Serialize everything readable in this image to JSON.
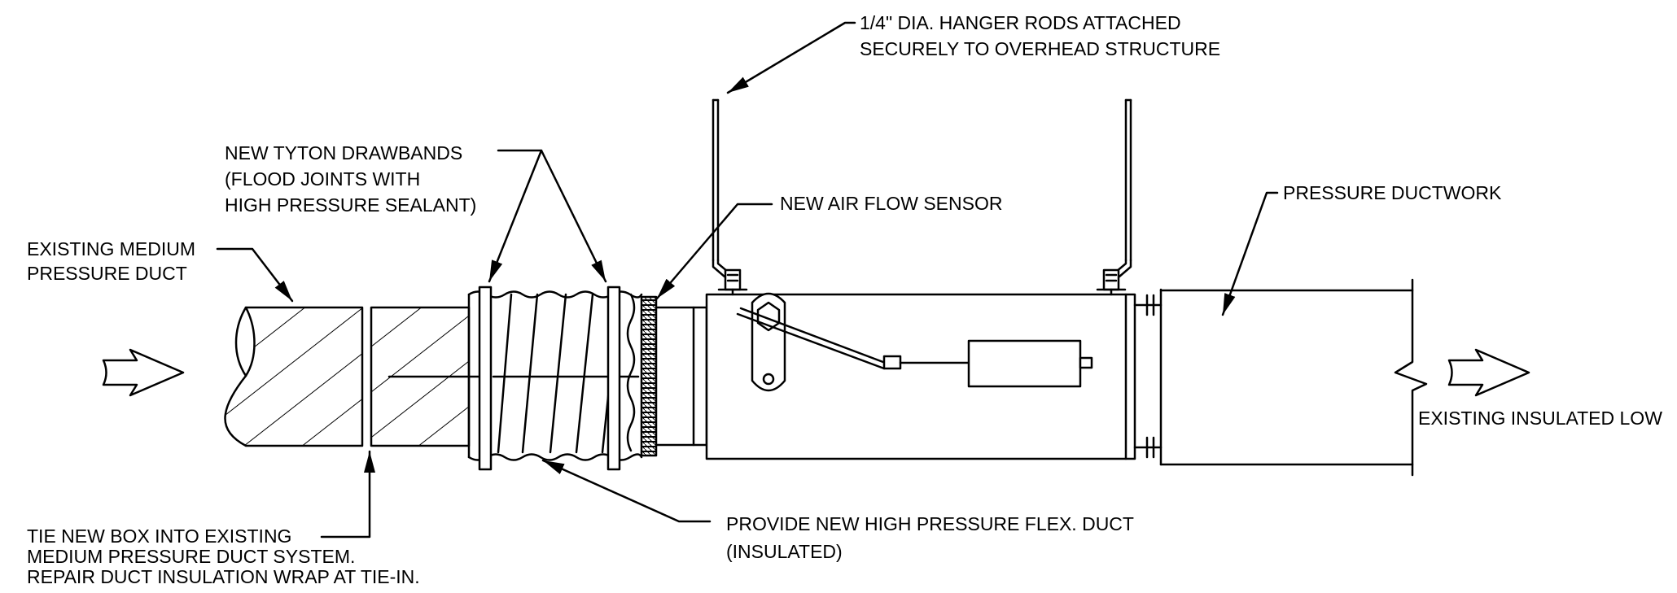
{
  "colors": {
    "ink": "#000000",
    "paper": "#ffffff"
  },
  "labels": {
    "hanger_rods": [
      "1/4\" DIA. HANGER RODS ATTACHED",
      "SECURELY TO OVERHEAD STRUCTURE"
    ],
    "drawbands": [
      "NEW TYTON DRAWBANDS",
      "(FLOOD JOINTS WITH",
      "HIGH PRESSURE SEALANT)"
    ],
    "air_flow_sensor": [
      "NEW AIR FLOW SENSOR"
    ],
    "pressure_ductwork": [
      "PRESSURE DUCTWORK"
    ],
    "existing_duct": [
      "EXISTING MEDIUM",
      "PRESSURE DUCT"
    ],
    "existing_low": [
      "EXISTING INSULATED LOW"
    ],
    "tie_in": [
      "TIE NEW BOX INTO EXISTING",
      "MEDIUM PRESSURE DUCT SYSTEM.",
      "REPAIR DUCT INSULATION WRAP AT TIE-IN."
    ],
    "flex_duct": [
      "PROVIDE NEW HIGH PRESSURE FLEX. DUCT",
      "(INSULATED)"
    ]
  },
  "icons": [
    "flow-arrow-icon",
    "hanger-rod-icon",
    "damper-actuator-icon",
    "break-line-icon"
  ]
}
